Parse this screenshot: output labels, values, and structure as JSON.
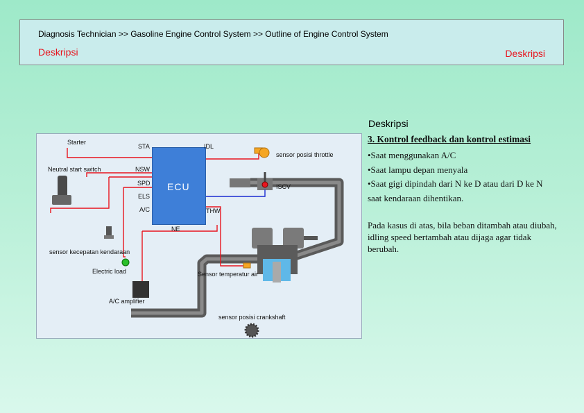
{
  "header": {
    "breadcrumb": "Diagnosis Technician >> Gasoline Engine Control System  >> Outline of Engine Control System",
    "left_title": "Deskripsi",
    "right_title": "Deskripsi"
  },
  "diagram": {
    "labels": {
      "starter": "Starter",
      "neutral_start_switch": "Neutral start switch",
      "sta": "STA",
      "nsw": "NSW",
      "spd": "SPD",
      "els": "ELS",
      "ac": "A/C",
      "idl": "IDL",
      "ecu": "ECU",
      "throttle_sensor": "sensor posisi throttle",
      "iscv": "ISCV",
      "thw": "THW",
      "ne": "NE",
      "speed_sensor": "sensor kecepatan kendaraan",
      "electric_load": "Electric load",
      "water_temp_sensor": "Sensor temperatur air",
      "ac_amplifier": "A/C amplifier",
      "crankshaft_sensor": "sensor posisi crankshaft"
    },
    "colors": {
      "ecu": "#3e7fd8",
      "signal_wire": "#e8141e",
      "output_wire": "#1a2bd0",
      "duct": "#5a5a5a",
      "background": "#e4eef6"
    }
  },
  "text_panel": {
    "title": "Deskripsi",
    "subtitle": "3. Kontrol feedback dan kontrol estimasi",
    "bullets": [
      "•Saat menggunakan A/C",
      "•Saat lampu depan menyala",
      "•Saat gigi dipindah dari N ke D atau dari D ke N saat kendaraan dihentikan."
    ],
    "note": "Pada kasus di atas, bila beban ditambah atau diubah, idling speed bertambah atau dijaga agar tidak berubah."
  }
}
